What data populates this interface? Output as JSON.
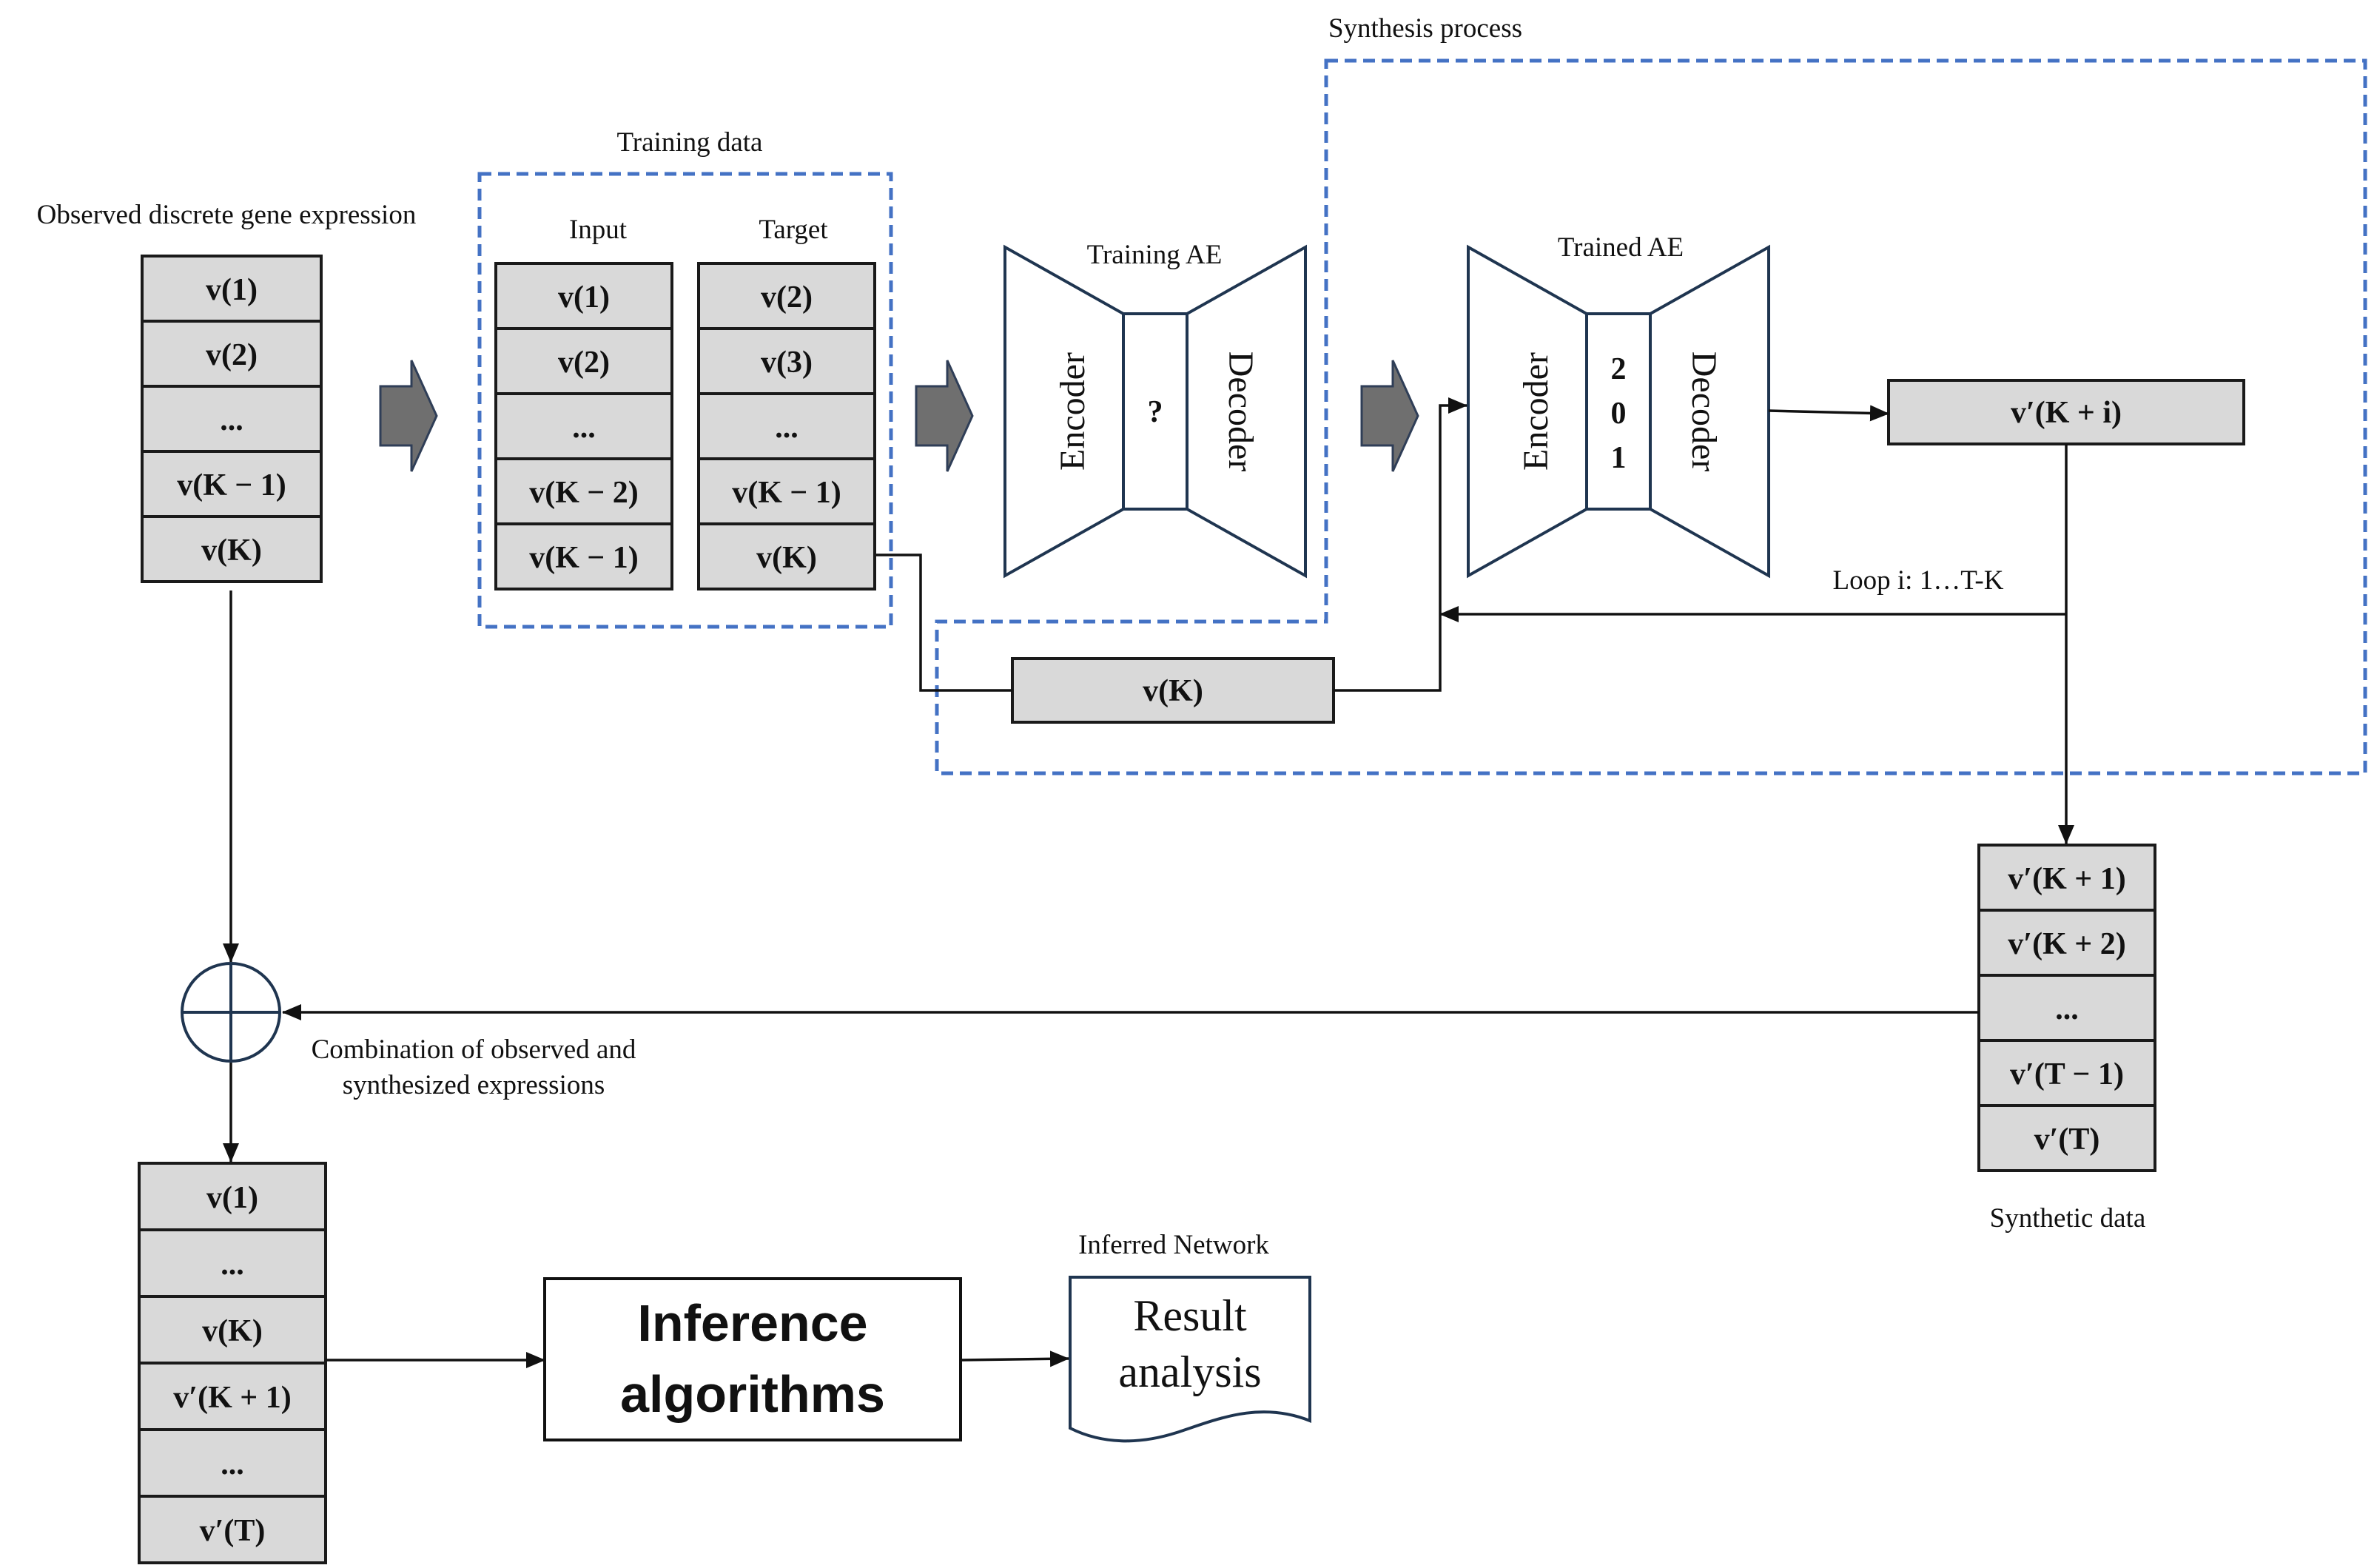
{
  "labels": {
    "observed": "Observed discrete gene expression",
    "training_data": "Training data",
    "input": "Input",
    "target": "Target",
    "training_ae": "Training AE",
    "synthesis_process": "Synthesis process",
    "trained_ae": "Trained AE",
    "loop": "Loop i: 1…T-K",
    "synthetic_data": "Synthetic data",
    "combination_line1": "Combination of observed and",
    "combination_line2": "synthesized expressions",
    "inferred_network": "Inferred Network"
  },
  "observed_cells": [
    "v(1)",
    "v(2)",
    "...",
    "v(K − 1)",
    "v(K)"
  ],
  "input_cells": [
    "v(1)",
    "v(2)",
    "...",
    "v(K − 2)",
    "v(K − 1)"
  ],
  "target_cells": [
    "v(2)",
    "v(3)",
    "...",
    "v(K − 1)",
    "v(K)"
  ],
  "vk_box": "v(K)",
  "training_ae": {
    "encoder": "Encoder",
    "decoder": "Decoder",
    "latent": "?"
  },
  "trained_ae": {
    "encoder": "Encoder",
    "decoder": "Decoder",
    "latent": [
      "2",
      "0",
      "1"
    ]
  },
  "output_box": "v′(K + i)",
  "synthetic_cells": [
    "v′(K + 1)",
    "v′(K + 2)",
    "...",
    "v′(T − 1)",
    "v′(T)"
  ],
  "combined_cells": [
    "v(1)",
    "...",
    "v(K)",
    "v′(K + 1)",
    "...",
    "v′(T)"
  ],
  "inference": [
    "Inference",
    "algorithms"
  ],
  "result": [
    "Result",
    "analysis"
  ]
}
